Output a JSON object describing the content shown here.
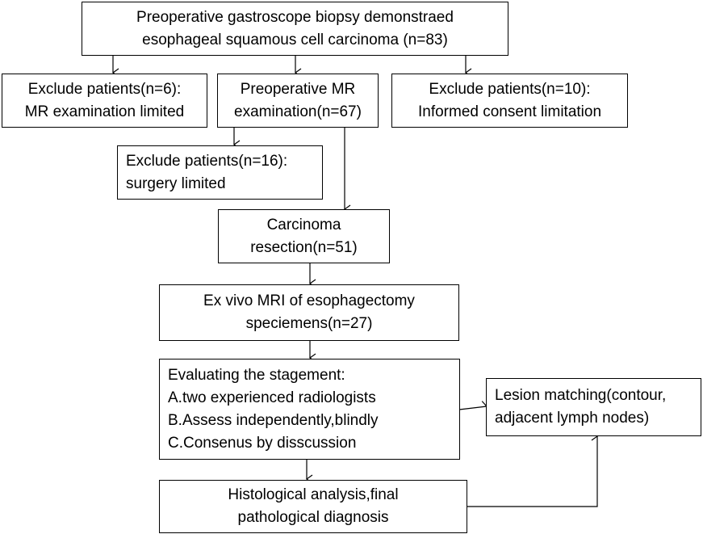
{
  "boxes": {
    "biopsy": [
      "Preoperative gastroscope biopsy demonstraed",
      "esophageal squamous cell carcinoma (n=83)"
    ],
    "exclude_mr": [
      "Exclude patients(n=6):",
      "MR examination limited"
    ],
    "preop_mr": [
      "Preoperative MR",
      "examination(n=67)"
    ],
    "exclude_consent": [
      "Exclude patients(n=10):",
      "Informed consent limitation"
    ],
    "exclude_surgery": [
      "Exclude patients(n=16):",
      "surgery limited"
    ],
    "resection": [
      "Carcinoma",
      "resection(n=51)"
    ],
    "exvivo": [
      "Ex vivo MRI of esophagectomy",
      "speciemens(n=27)"
    ],
    "evaluating": [
      "Evaluating the stagement:",
      "A.two experienced radiologists",
      "B.Assess independently,blindly",
      "C.Consenus by disscussion"
    ],
    "lesion": [
      "Lesion matching(contour,",
      "adjacent lymph nodes)"
    ],
    "histology": [
      "Histological analysis,final",
      "pathological diagnosis"
    ]
  }
}
